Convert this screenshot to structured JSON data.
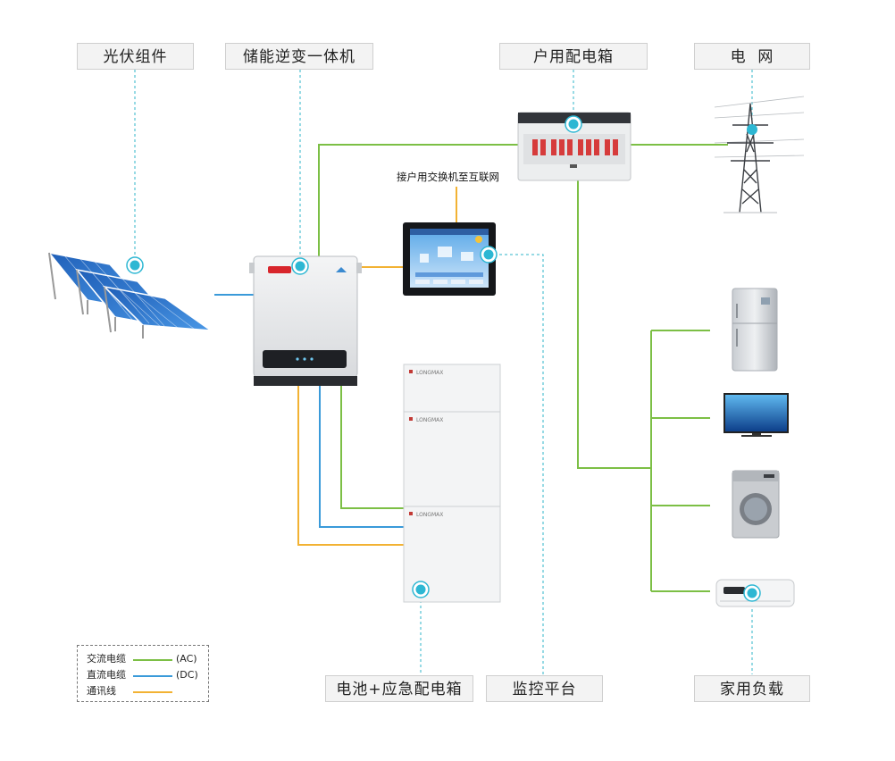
{
  "labels": {
    "pv": "光伏组件",
    "inverter": "储能逆变一体机",
    "distribution_box": "户用配电箱",
    "grid": "电  网",
    "battery": "电池+应急配电箱",
    "monitor": "监控平台",
    "loads": "家用负载"
  },
  "switch_note": "接户用交换机至互联网",
  "legend": {
    "ac_label": "交流电缆",
    "ac_code": "(AC)",
    "dc_label": "直流电缆",
    "dc_code": "(DC)",
    "comm_label": "通讯线"
  },
  "battery_brand": "LONGMAX",
  "colors": {
    "ac": "#7cbf45",
    "dc": "#3a9ad9",
    "comm": "#f2b233",
    "dash": "#2fb4c8",
    "dot": "#2db7d3"
  }
}
